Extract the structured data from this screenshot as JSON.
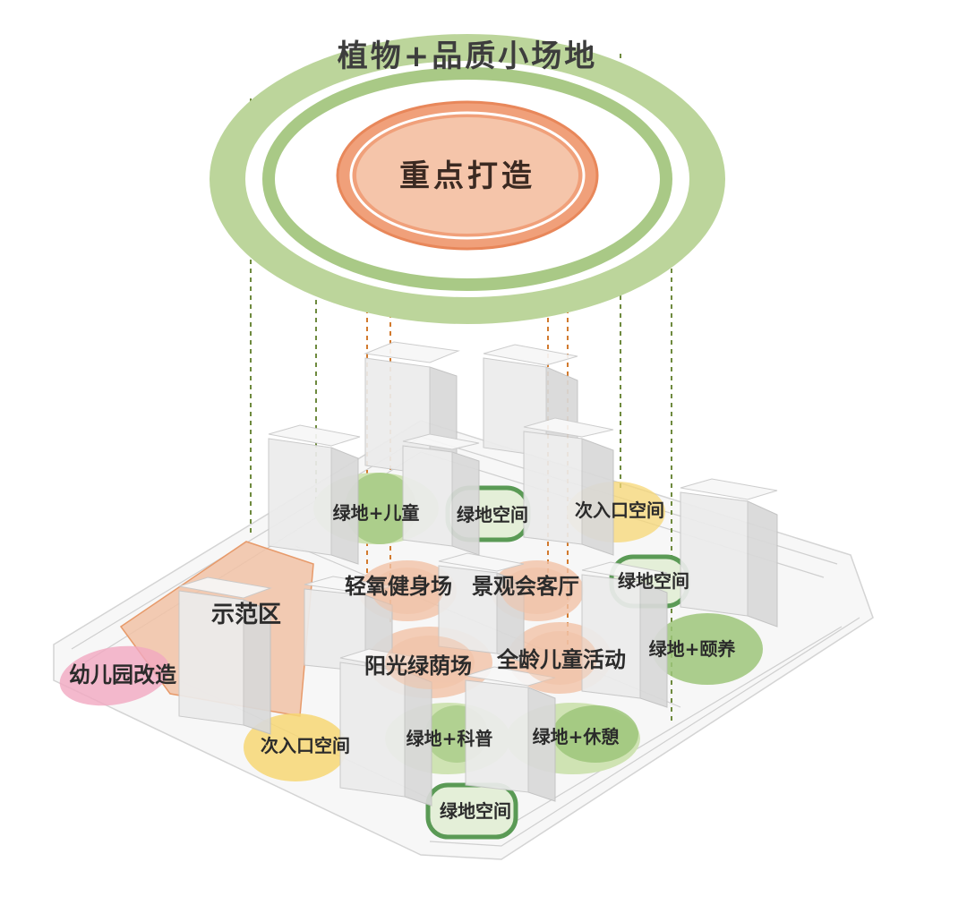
{
  "colors": {
    "green_ring": "#bcd59b",
    "green_ring_inner": "#a9c986",
    "orange_core": "#f0a07a",
    "orange_core_stroke": "#e8875a",
    "light_green_zone": "#cfe3b3",
    "green_zone": "#9dc57a",
    "yellow_zone": "#f7d774",
    "orange_zone": "#f1c2a6",
    "pink_zone": "#f1a7c0",
    "outlined_green": "#5a9a55"
  },
  "diagram": {
    "outer_ring_label": "植物+品质小场地",
    "core_label": "重点打造"
  },
  "zones": [
    {
      "id": "z1",
      "label": "绿地+儿童"
    },
    {
      "id": "z2",
      "label": "绿地空间"
    },
    {
      "id": "z3",
      "label": "次入口空间"
    },
    {
      "id": "z4",
      "label": "轻氧健身场"
    },
    {
      "id": "z5",
      "label": "景观会客厅"
    },
    {
      "id": "z6",
      "label": "绿地空间"
    },
    {
      "id": "z7",
      "label": "示范区"
    },
    {
      "id": "z8",
      "label": "阳光绿荫场"
    },
    {
      "id": "z9",
      "label": "全龄儿童活动"
    },
    {
      "id": "z10",
      "label": "绿地+颐养"
    },
    {
      "id": "z11",
      "label": "幼儿园改造"
    },
    {
      "id": "z12",
      "label": "次入口空间"
    },
    {
      "id": "z13",
      "label": "绿地+科普"
    },
    {
      "id": "z14",
      "label": "绿地+休憩"
    },
    {
      "id": "z15",
      "label": "绿地空间"
    }
  ]
}
